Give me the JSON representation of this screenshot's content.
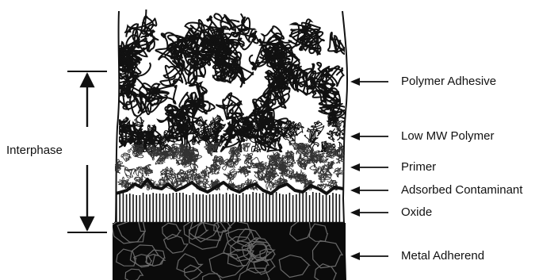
{
  "diagram": {
    "interphase_label": "Interphase",
    "layers": [
      {
        "key": "polymer",
        "label": "Polymer Adhesive"
      },
      {
        "key": "lowmw",
        "label": "Low MW Polymer"
      },
      {
        "key": "primer",
        "label": "Primer"
      },
      {
        "key": "contaminant",
        "label": "Adsorbed Contaminant"
      },
      {
        "key": "oxide",
        "label": "Oxide"
      },
      {
        "key": "metal",
        "label": "Metal Adherend"
      }
    ]
  }
}
